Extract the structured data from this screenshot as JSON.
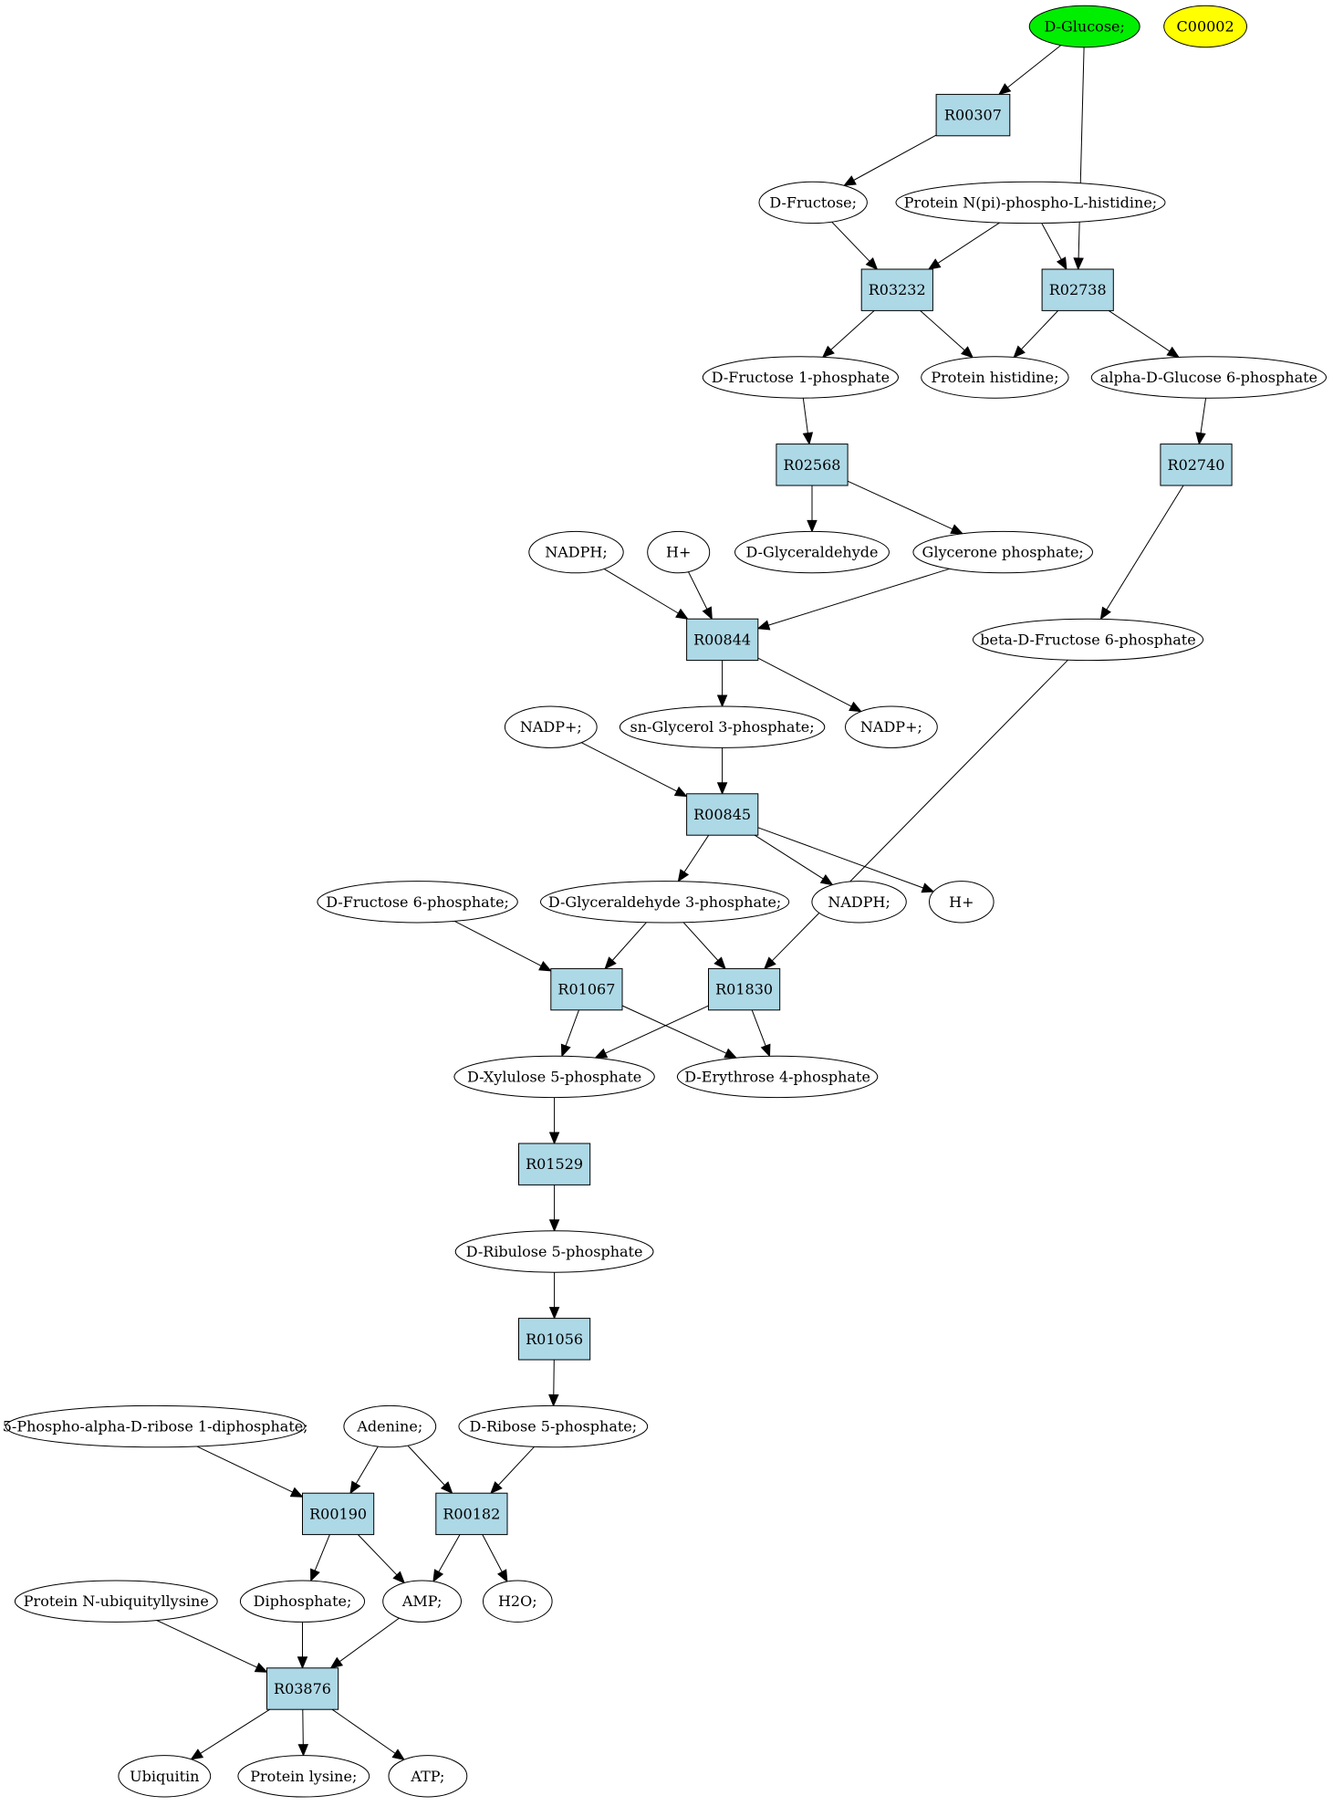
{
  "colors": {
    "reaction_fill": "#add8e6",
    "compound_fill": "#ffffff",
    "start_fill": "#00ee00",
    "highlight_fill": "#ffff00",
    "stroke": "#000000"
  },
  "nodes": [
    {
      "id": "dglucose",
      "label": "D-Glucose;",
      "kind": "compound",
      "fill": "start"
    },
    {
      "id": "c00002",
      "label": "C00002",
      "kind": "compound",
      "fill": "highlight"
    },
    {
      "id": "r00307",
      "label": "R00307",
      "kind": "reaction"
    },
    {
      "id": "dfructose",
      "label": "D-Fructose;",
      "kind": "compound"
    },
    {
      "id": "protnpi",
      "label": "Protein N(pi)-phospho-L-histidine;",
      "kind": "compound"
    },
    {
      "id": "r03232",
      "label": "R03232",
      "kind": "reaction"
    },
    {
      "id": "r02738",
      "label": "R02738",
      "kind": "reaction"
    },
    {
      "id": "dfru1p",
      "label": "D-Fructose 1-phosphate",
      "kind": "compound"
    },
    {
      "id": "prothis",
      "label": "Protein histidine;",
      "kind": "compound"
    },
    {
      "id": "adg6p",
      "label": "alpha-D-Glucose 6-phosphate",
      "kind": "compound"
    },
    {
      "id": "r02568",
      "label": "R02568",
      "kind": "reaction"
    },
    {
      "id": "r02740",
      "label": "R02740",
      "kind": "reaction"
    },
    {
      "id": "nadph1",
      "label": "NADPH;",
      "kind": "compound"
    },
    {
      "id": "hplus1",
      "label": "H+",
      "kind": "compound"
    },
    {
      "id": "dglyald",
      "label": "D-Glyceraldehyde",
      "kind": "compound"
    },
    {
      "id": "glycp",
      "label": "Glycerone phosphate;",
      "kind": "compound"
    },
    {
      "id": "r00844",
      "label": "R00844",
      "kind": "reaction"
    },
    {
      "id": "bdf6p",
      "label": "beta-D-Fructose 6-phosphate",
      "kind": "compound"
    },
    {
      "id": "nadpp1",
      "label": "NADP+;",
      "kind": "compound"
    },
    {
      "id": "sngly3p",
      "label": "sn-Glycerol 3-phosphate;",
      "kind": "compound"
    },
    {
      "id": "nadpp2",
      "label": "NADP+;",
      "kind": "compound"
    },
    {
      "id": "r00845",
      "label": "R00845",
      "kind": "reaction"
    },
    {
      "id": "dfru6p",
      "label": "D-Fructose 6-phosphate;",
      "kind": "compound"
    },
    {
      "id": "dgly3p",
      "label": "D-Glyceraldehyde 3-phosphate;",
      "kind": "compound"
    },
    {
      "id": "nadph2",
      "label": "NADPH;",
      "kind": "compound"
    },
    {
      "id": "hplus2",
      "label": "H+",
      "kind": "compound"
    },
    {
      "id": "r01067",
      "label": "R01067",
      "kind": "reaction"
    },
    {
      "id": "r01830",
      "label": "R01830",
      "kind": "reaction"
    },
    {
      "id": "dxyl5p",
      "label": "D-Xylulose 5-phosphate",
      "kind": "compound"
    },
    {
      "id": "dery4p",
      "label": "D-Erythrose 4-phosphate",
      "kind": "compound"
    },
    {
      "id": "r01529",
      "label": "R01529",
      "kind": "reaction"
    },
    {
      "id": "drul5p",
      "label": "D-Ribulose 5-phosphate",
      "kind": "compound"
    },
    {
      "id": "r01056",
      "label": "R01056",
      "kind": "reaction"
    },
    {
      "id": "prpp",
      "label": "5-Phospho-alpha-D-ribose 1-diphosphate;",
      "kind": "compound"
    },
    {
      "id": "adenine",
      "label": "Adenine;",
      "kind": "compound"
    },
    {
      "id": "drib5p",
      "label": "D-Ribose 5-phosphate;",
      "kind": "compound"
    },
    {
      "id": "r00190",
      "label": "R00190",
      "kind": "reaction"
    },
    {
      "id": "r00182",
      "label": "R00182",
      "kind": "reaction"
    },
    {
      "id": "protnub",
      "label": "Protein N-ubiquityllysine",
      "kind": "compound"
    },
    {
      "id": "diphos",
      "label": "Diphosphate;",
      "kind": "compound"
    },
    {
      "id": "amp",
      "label": "AMP;",
      "kind": "compound"
    },
    {
      "id": "h2o",
      "label": "H2O;",
      "kind": "compound"
    },
    {
      "id": "r03876",
      "label": "R03876",
      "kind": "reaction"
    },
    {
      "id": "ubiquitin",
      "label": "Ubiquitin",
      "kind": "compound"
    },
    {
      "id": "protlys",
      "label": "Protein lysine;",
      "kind": "compound"
    },
    {
      "id": "atp",
      "label": "ATP;",
      "kind": "compound"
    }
  ],
  "edges": [
    [
      "dglucose",
      "r00307"
    ],
    [
      "dglucose",
      "r02738"
    ],
    [
      "r00307",
      "dfructose"
    ],
    [
      "dfructose",
      "r03232"
    ],
    [
      "protnpi",
      "r03232"
    ],
    [
      "protnpi",
      "r02738"
    ],
    [
      "r03232",
      "dfru1p"
    ],
    [
      "r03232",
      "prothis"
    ],
    [
      "r02738",
      "prothis"
    ],
    [
      "r02738",
      "adg6p"
    ],
    [
      "dfru1p",
      "r02568"
    ],
    [
      "adg6p",
      "r02740"
    ],
    [
      "r02568",
      "dglyald"
    ],
    [
      "r02568",
      "glycp"
    ],
    [
      "nadph1",
      "r00844"
    ],
    [
      "hplus1",
      "r00844"
    ],
    [
      "glycp",
      "r00844"
    ],
    [
      "r02740",
      "bdf6p"
    ],
    [
      "r00844",
      "sngly3p"
    ],
    [
      "r00844",
      "nadpp2"
    ],
    [
      "nadpp1",
      "r00845"
    ],
    [
      "sngly3p",
      "r00845"
    ],
    [
      "r00845",
      "dgly3p"
    ],
    [
      "r00845",
      "nadph2"
    ],
    [
      "r00845",
      "hplus2"
    ],
    [
      "dfru6p",
      "r01067"
    ],
    [
      "dgly3p",
      "r01067"
    ],
    [
      "dgly3p",
      "r01830"
    ],
    [
      "bdf6p",
      "r01830"
    ],
    [
      "r01067",
      "dxyl5p"
    ],
    [
      "r01067",
      "dery4p"
    ],
    [
      "r01830",
      "dxyl5p"
    ],
    [
      "r01830",
      "dery4p"
    ],
    [
      "dxyl5p",
      "r01529"
    ],
    [
      "r01529",
      "drul5p"
    ],
    [
      "drul5p",
      "r01056"
    ],
    [
      "r01056",
      "drib5p"
    ],
    [
      "prpp",
      "r00190"
    ],
    [
      "adenine",
      "r00190"
    ],
    [
      "adenine",
      "r00182"
    ],
    [
      "drib5p",
      "r00182"
    ],
    [
      "r00190",
      "diphos"
    ],
    [
      "r00190",
      "amp"
    ],
    [
      "r00182",
      "amp"
    ],
    [
      "r00182",
      "h2o"
    ],
    [
      "protnub",
      "r03876"
    ],
    [
      "diphos",
      "r03876"
    ],
    [
      "amp",
      "r03876"
    ],
    [
      "r03876",
      "ubiquitin"
    ],
    [
      "r03876",
      "protlys"
    ],
    [
      "r03876",
      "atp"
    ]
  ]
}
